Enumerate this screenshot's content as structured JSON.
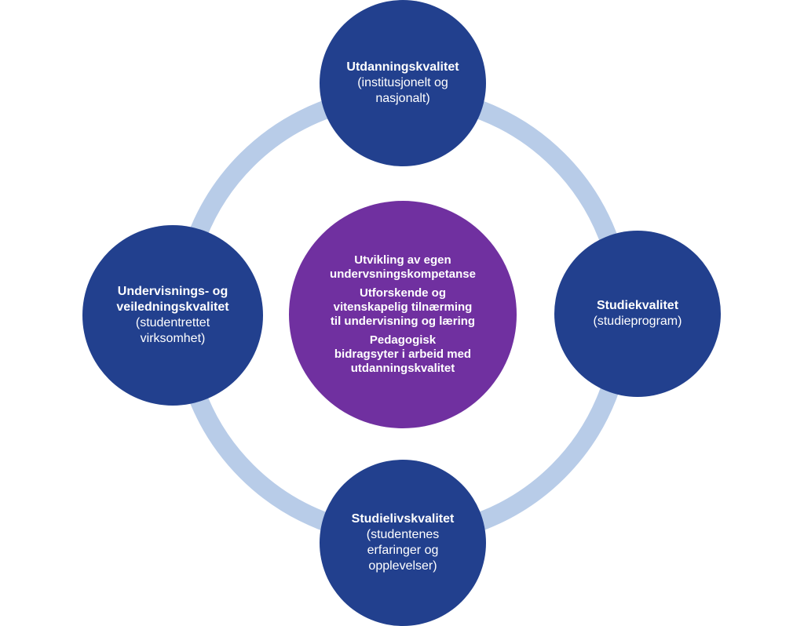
{
  "ring_color": "#b8cce8",
  "node_color": "#22408e",
  "center_color": "#7030a0",
  "nodes": {
    "top": {
      "title": "Utdanningskvalitet",
      "subtitle_lines": [
        "(institusjonelt og",
        "nasjonalt)"
      ]
    },
    "right": {
      "title": "Studiekvalitet",
      "subtitle_lines": [
        "(studieprogram)"
      ]
    },
    "bottom": {
      "title": "Studielivskvalitet",
      "subtitle_lines": [
        "(studentenes",
        "erfaringer og",
        "opplevelser)"
      ]
    },
    "left": {
      "title_lines": [
        "Undervisnings- og",
        "veiledningskvalitet"
      ],
      "subtitle_lines": [
        "(studentrettet",
        "virksomhet)"
      ]
    }
  },
  "center": {
    "items": [
      [
        "Utvikling av egen",
        "undervsningskompetanse"
      ],
      [
        "Utforskende og",
        "vitenskapelig tilnærming",
        "til undervisning og læring"
      ],
      [
        "Pedagogisk",
        "bidragsyter i arbeid med",
        "utdanningskvalitet"
      ]
    ]
  }
}
